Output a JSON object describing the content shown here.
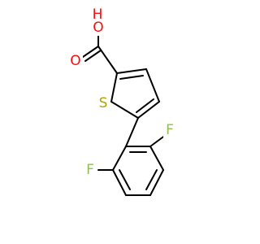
{
  "molecule": {
    "atoms": [
      {
        "id": "O1",
        "label": "O",
        "color": "#ff0d0d"
      },
      {
        "id": "H1",
        "label": "H",
        "color": "#ff0d0d"
      },
      {
        "id": "O2",
        "label": "O",
        "color": "#ff0d0d"
      },
      {
        "id": "S1",
        "label": "S",
        "color": "#b2a300"
      },
      {
        "id": "F1",
        "label": "F",
        "color": "#8fc04f"
      },
      {
        "id": "F2",
        "label": "F",
        "color": "#8fc04f"
      }
    ],
    "bond_color": "#000000"
  }
}
